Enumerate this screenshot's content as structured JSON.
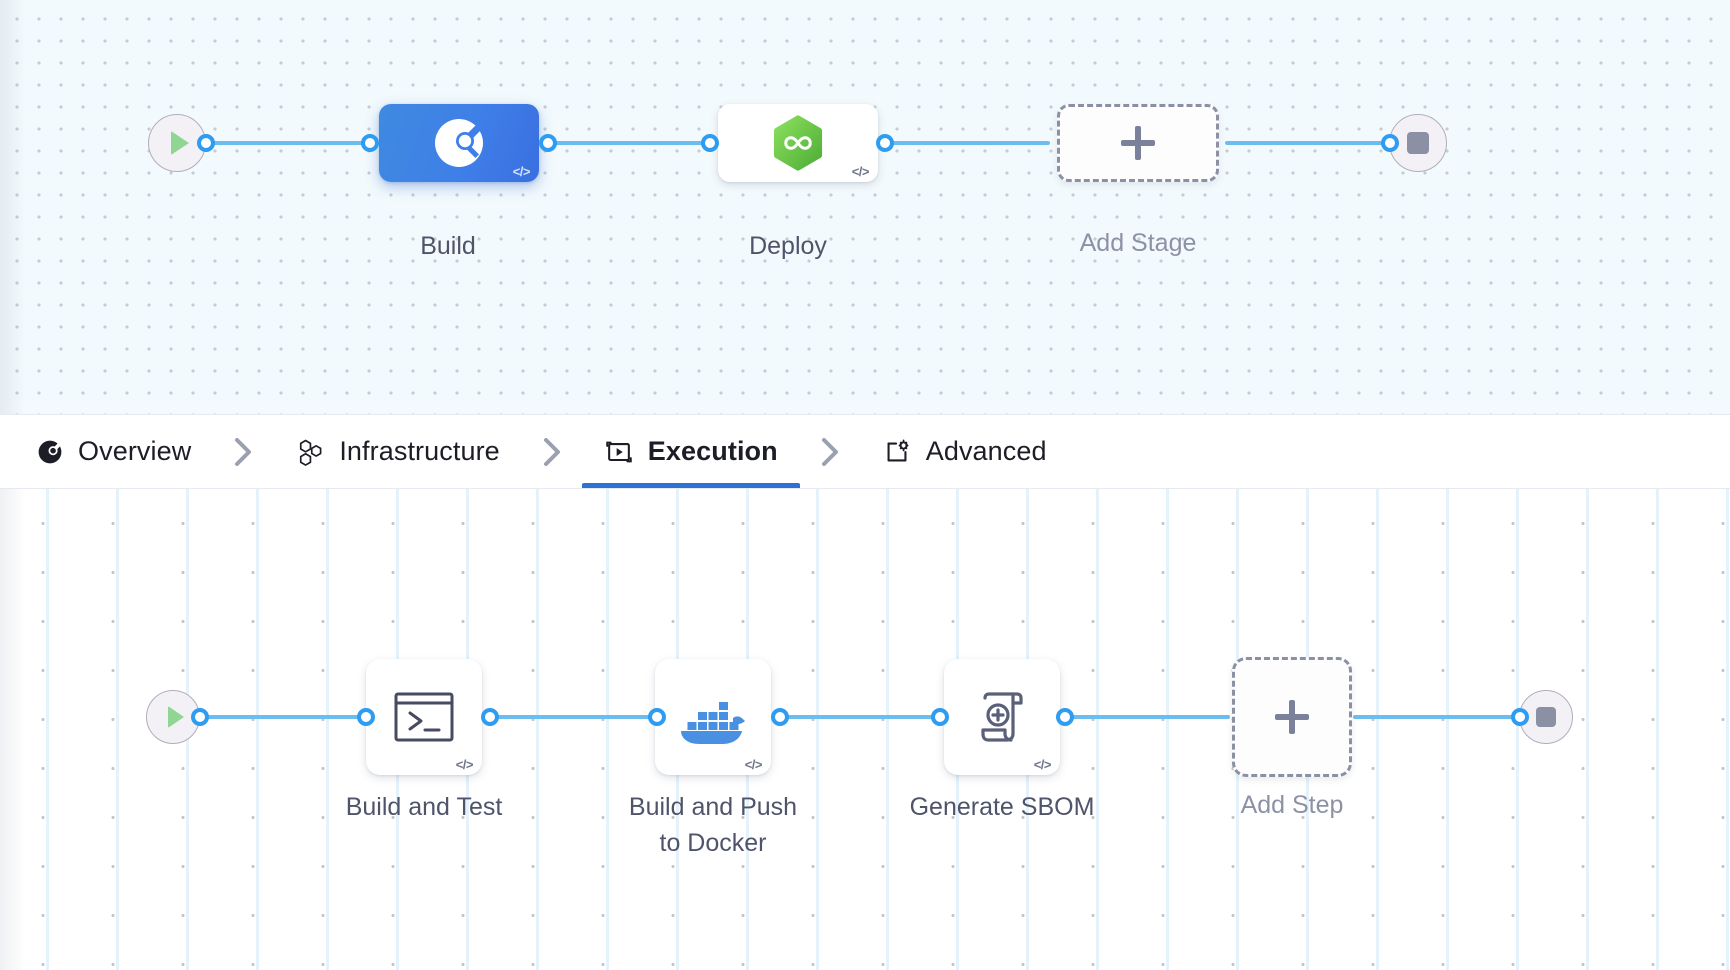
{
  "theme": {
    "wire_color": "#6bbdf0",
    "port_color": "#2e9cf0",
    "selected_node_color": "#3f7fe8",
    "active_tab_underline": "#2d72d2",
    "label_color": "#50546b",
    "dashed_border_color": "#8b90a5",
    "docker_blue": "#4a90e2",
    "cd_green": "#6cc24a",
    "start_triangle_green": "#8fd695"
  },
  "stage_canvas": {
    "name": "pipeline-stage-graph",
    "start_node": {
      "icon": "play-icon",
      "label": ""
    },
    "end_node": {
      "icon": "stop-icon",
      "label": ""
    },
    "nodes": [
      {
        "id": "build",
        "label": "Build",
        "icon": "harness-ci-icon",
        "selected": true,
        "code_badge": "</>"
      },
      {
        "id": "deploy",
        "label": "Deploy",
        "icon": "harness-cd-hexagon-infinity-icon",
        "selected": false,
        "code_badge": "</>"
      },
      {
        "id": "add-stage",
        "label": "Add Stage",
        "icon": "plus-icon",
        "selected": false,
        "code_badge": ""
      }
    ]
  },
  "tabbar": {
    "separator_glyph": "›",
    "tabs": [
      {
        "id": "overview",
        "label": "Overview",
        "icon": "harness-ci-dark-icon",
        "active": false
      },
      {
        "id": "infrastructure",
        "label": "Infrastructure",
        "icon": "hexagon-cluster-icon",
        "active": false
      },
      {
        "id": "execution",
        "label": "Execution",
        "icon": "play-in-box-icon",
        "active": true
      },
      {
        "id": "advanced",
        "label": "Advanced",
        "icon": "page-gear-icon",
        "active": false
      }
    ]
  },
  "step_canvas": {
    "name": "execution-step-graph",
    "start_node": {
      "icon": "play-icon",
      "label": ""
    },
    "end_node": {
      "icon": "stop-icon",
      "label": ""
    },
    "nodes": [
      {
        "id": "build-and-test",
        "label": "Build and Test",
        "icon": "terminal-icon",
        "code_badge": "</>"
      },
      {
        "id": "build-and-push-to-docker",
        "label": "Build and Push\nto Docker",
        "icon": "docker-whale-icon",
        "code_badge": "</>"
      },
      {
        "id": "generate-sbom",
        "label": "Generate SBOM",
        "icon": "scroll-plus-icon",
        "code_badge": "</>"
      },
      {
        "id": "add-step",
        "label": "Add Step",
        "icon": "plus-icon",
        "code_badge": ""
      }
    ]
  }
}
